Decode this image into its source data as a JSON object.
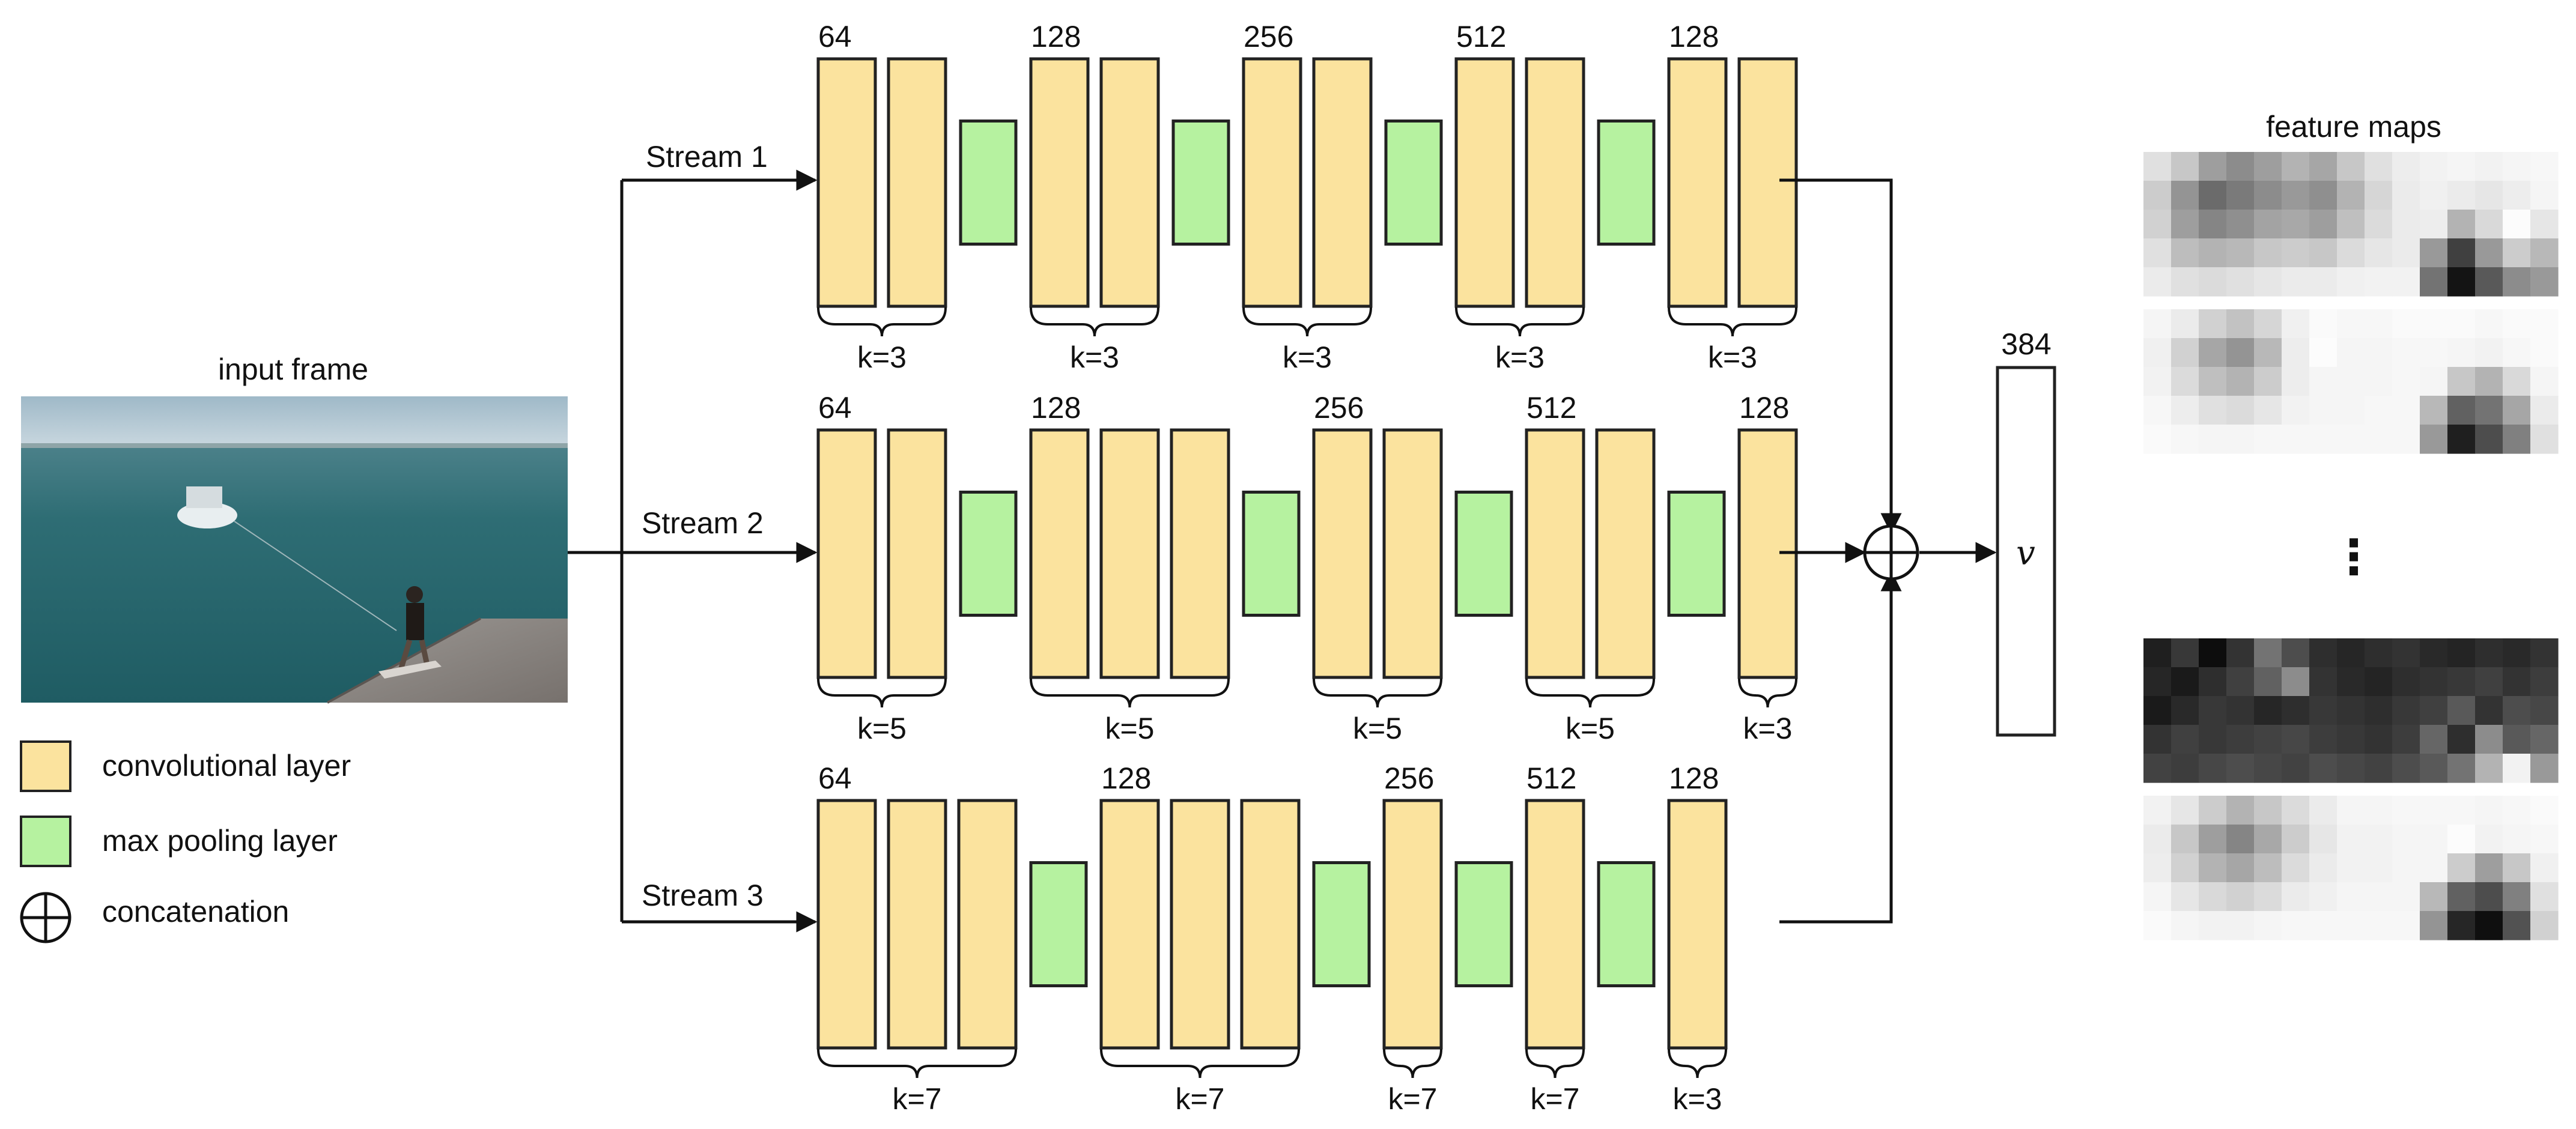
{
  "colors": {
    "conv_fill": "#FBE39E",
    "pool_fill": "#B6F2A0",
    "stroke": "#222222",
    "photo_sea": "#2A6A70",
    "photo_sky": "#A9C3D1",
    "photo_dock": "#8B8784"
  },
  "labels": {
    "input_frame": "input frame",
    "feature_maps": "feature maps",
    "output_size": "384",
    "output_symbol": "v",
    "ellipsis": "⋮"
  },
  "legend": [
    {
      "label": "convolutional layer",
      "kind": "conv"
    },
    {
      "label": "max pooling layer",
      "kind": "pool"
    },
    {
      "label": "concatenation",
      "kind": "concat"
    }
  ],
  "streams": [
    {
      "name": "Stream 1",
      "blocks": [
        {
          "filters": "64",
          "convs": 2,
          "kernel": "k=3"
        },
        {
          "filters": "128",
          "convs": 2,
          "kernel": "k=3"
        },
        {
          "filters": "256",
          "convs": 2,
          "kernel": "k=3"
        },
        {
          "filters": "512",
          "convs": 2,
          "kernel": "k=3"
        },
        {
          "filters": "128",
          "convs": 2,
          "kernel": "k=3"
        }
      ]
    },
    {
      "name": "Stream 2",
      "blocks": [
        {
          "filters": "64",
          "convs": 2,
          "kernel": "k=5"
        },
        {
          "filters": "128",
          "convs": 3,
          "kernel": "k=5"
        },
        {
          "filters": "256",
          "convs": 2,
          "kernel": "k=5"
        },
        {
          "filters": "512",
          "convs": 2,
          "kernel": "k=5"
        },
        {
          "filters": "128",
          "convs": 1,
          "kernel": "k=3"
        }
      ]
    },
    {
      "name": "Stream 3",
      "blocks": [
        {
          "filters": "64",
          "convs": 3,
          "kernel": "k=7"
        },
        {
          "filters": "128",
          "convs": 3,
          "kernel": "k=7"
        },
        {
          "filters": "256",
          "convs": 1,
          "kernel": "k=7"
        },
        {
          "filters": "512",
          "convs": 1,
          "kernel": "k=7"
        },
        {
          "filters": "128",
          "convs": 1,
          "kernel": "k=3"
        }
      ]
    }
  ],
  "feature_maps": [
    [
      [
        0.88,
        0.78,
        0.62,
        0.55,
        0.62,
        0.7,
        0.65,
        0.78,
        0.88,
        0.93,
        0.95,
        0.96,
        0.95,
        0.96,
        0.97
      ],
      [
        0.8,
        0.58,
        0.42,
        0.48,
        0.55,
        0.6,
        0.56,
        0.7,
        0.84,
        0.92,
        0.94,
        0.92,
        0.9,
        0.93,
        0.96
      ],
      [
        0.82,
        0.62,
        0.52,
        0.56,
        0.64,
        0.66,
        0.62,
        0.75,
        0.86,
        0.92,
        0.93,
        0.7,
        0.85,
        0.99,
        0.9
      ],
      [
        0.88,
        0.74,
        0.7,
        0.72,
        0.78,
        0.8,
        0.78,
        0.86,
        0.9,
        0.92,
        0.6,
        0.25,
        0.6,
        0.8,
        0.72
      ],
      [
        0.92,
        0.88,
        0.86,
        0.88,
        0.9,
        0.92,
        0.92,
        0.94,
        0.95,
        0.95,
        0.45,
        0.08,
        0.35,
        0.55,
        0.6
      ]
    ],
    [
      [
        0.96,
        0.92,
        0.82,
        0.76,
        0.84,
        0.94,
        0.98,
        0.97,
        0.97,
        0.98,
        0.98,
        0.98,
        0.97,
        0.98,
        0.98
      ],
      [
        0.94,
        0.82,
        0.65,
        0.58,
        0.72,
        0.93,
        0.99,
        0.96,
        0.96,
        0.97,
        0.97,
        0.96,
        0.95,
        0.97,
        0.98
      ],
      [
        0.95,
        0.86,
        0.75,
        0.7,
        0.8,
        0.93,
        0.96,
        0.96,
        0.96,
        0.97,
        0.96,
        0.78,
        0.7,
        0.85,
        0.96
      ],
      [
        0.97,
        0.93,
        0.88,
        0.86,
        0.9,
        0.95,
        0.96,
        0.96,
        0.97,
        0.97,
        0.72,
        0.38,
        0.45,
        0.65,
        0.92
      ],
      [
        0.98,
        0.97,
        0.96,
        0.96,
        0.97,
        0.97,
        0.97,
        0.97,
        0.97,
        0.97,
        0.6,
        0.12,
        0.3,
        0.5,
        0.88
      ]
    ],
    [
      [
        0.12,
        0.22,
        0.05,
        0.2,
        0.45,
        0.3,
        0.18,
        0.15,
        0.18,
        0.2,
        0.16,
        0.14,
        0.18,
        0.16,
        0.2
      ],
      [
        0.15,
        0.1,
        0.18,
        0.25,
        0.38,
        0.55,
        0.2,
        0.16,
        0.14,
        0.18,
        0.2,
        0.22,
        0.25,
        0.2,
        0.24
      ],
      [
        0.1,
        0.16,
        0.22,
        0.2,
        0.15,
        0.18,
        0.22,
        0.2,
        0.18,
        0.22,
        0.25,
        0.35,
        0.2,
        0.3,
        0.28
      ],
      [
        0.2,
        0.25,
        0.22,
        0.24,
        0.26,
        0.28,
        0.24,
        0.22,
        0.2,
        0.24,
        0.4,
        0.18,
        0.55,
        0.35,
        0.4
      ],
      [
        0.26,
        0.24,
        0.28,
        0.3,
        0.28,
        0.26,
        0.3,
        0.28,
        0.26,
        0.3,
        0.35,
        0.45,
        0.7,
        0.95,
        0.6
      ]
    ],
    [
      [
        0.95,
        0.9,
        0.8,
        0.7,
        0.78,
        0.86,
        0.92,
        0.96,
        0.96,
        0.97,
        0.97,
        0.97,
        0.96,
        0.97,
        0.98
      ],
      [
        0.92,
        0.78,
        0.62,
        0.52,
        0.66,
        0.8,
        0.9,
        0.95,
        0.95,
        0.96,
        0.96,
        0.99,
        0.95,
        0.96,
        0.97
      ],
      [
        0.93,
        0.82,
        0.7,
        0.65,
        0.74,
        0.86,
        0.92,
        0.95,
        0.95,
        0.96,
        0.96,
        0.8,
        0.62,
        0.78,
        0.94
      ],
      [
        0.96,
        0.9,
        0.85,
        0.82,
        0.86,
        0.92,
        0.94,
        0.96,
        0.96,
        0.96,
        0.72,
        0.38,
        0.3,
        0.5,
        0.88
      ],
      [
        0.98,
        0.96,
        0.95,
        0.95,
        0.96,
        0.97,
        0.97,
        0.97,
        0.97,
        0.97,
        0.58,
        0.15,
        0.06,
        0.32,
        0.82
      ]
    ]
  ]
}
